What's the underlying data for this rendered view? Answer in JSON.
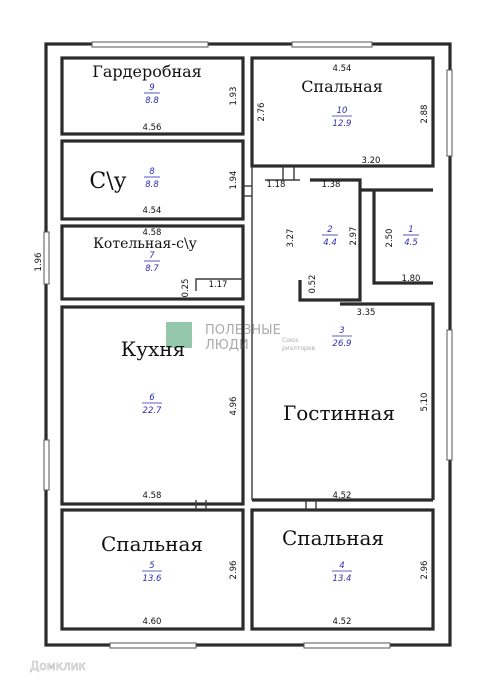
{
  "rooms": {
    "wardrobe": {
      "name": "Гардеробная",
      "number": "9",
      "area": "8.8",
      "w": "4.56",
      "h": "1.93"
    },
    "bath": {
      "name": "С\\у",
      "number": "8",
      "area": "8.8",
      "w": "4.54",
      "h": "1.94",
      "w2": "4.58"
    },
    "boiler": {
      "name": "Котельная-с\\у",
      "number": "7",
      "area": "8.7",
      "h": "1.96",
      "d1": "0.25",
      "d2": "1.17"
    },
    "kitchen": {
      "name": "Кухня",
      "number": "6",
      "area": "22.7",
      "w": "4.58",
      "h": "4.96"
    },
    "bedroom_top": {
      "name": "Спальная",
      "number": "10",
      "area": "12.9",
      "w": "4.54",
      "h": "2.88",
      "h2": "2.76",
      "w2": "3.20"
    },
    "hall": {
      "number": "2",
      "area": "4.4",
      "d1": "1.18",
      "d2": "1.38",
      "h": "3.27",
      "h2": "2.97",
      "d3": "0.52"
    },
    "closet": {
      "number": "1",
      "area": "4.5",
      "h": "2.50",
      "w": "1.80"
    },
    "living": {
      "name": "Гостинная",
      "number": "3",
      "area": "26.9",
      "w": "3.35",
      "h": "5.10",
      "w2": "4.52"
    },
    "bedroom_left": {
      "name": "Спальная",
      "number": "5",
      "area": "13.6",
      "w": "4.60",
      "h": "2.96"
    },
    "bedroom_right": {
      "name": "Спальная",
      "number": "4",
      "area": "13.4",
      "w": "4.52",
      "h": "2.96"
    }
  },
  "watermark": {
    "brand_line1": "ПОЛЕЗНЫЕ",
    "brand_line2": "ЛЮДИ",
    "brand_sub1": "Союз",
    "brand_sub2": "риэлторов",
    "corner": "Домклик"
  },
  "colors": {
    "wall": "#2b2b2b",
    "area_text": "#2d2db3",
    "watermark_green": "#3d9b6a"
  }
}
